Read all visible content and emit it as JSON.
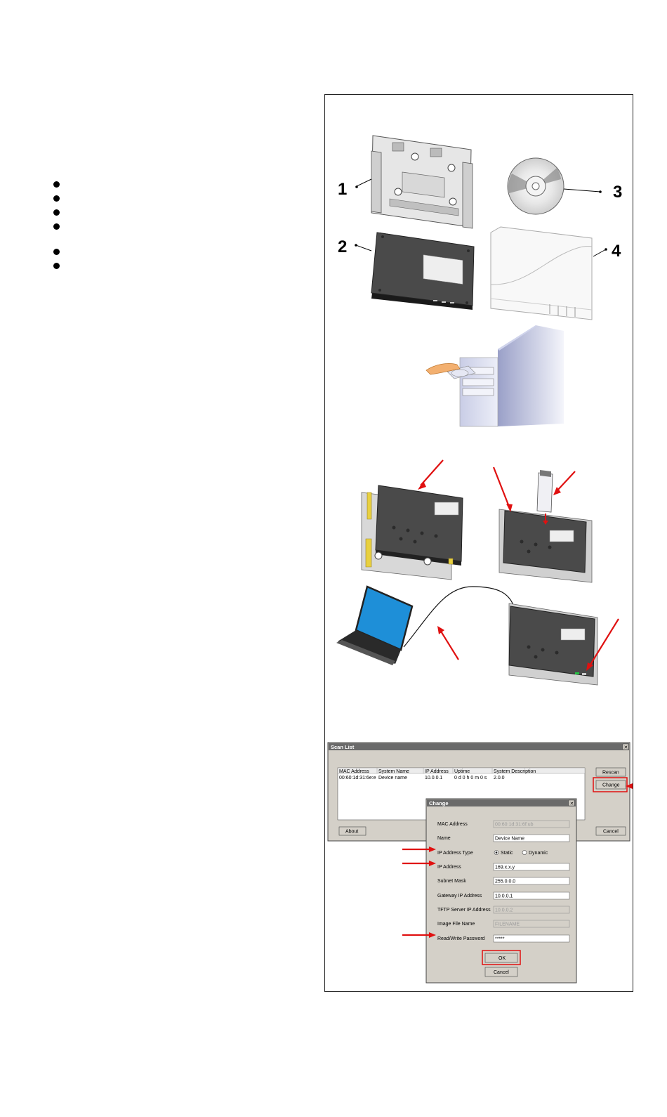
{
  "callouts": [
    "1",
    "2",
    "3",
    "4"
  ],
  "scan_list": {
    "title": "Scan List",
    "columns": [
      "MAC Address",
      "System Name",
      "IP Address",
      "Uptime",
      "System Description"
    ],
    "row": [
      "00:60:1d:31:6e:e",
      "Device name",
      "10.0.0.1",
      "0 d 0 h 0 m 0 s",
      "2.0.0"
    ],
    "rescan_label": "Rescan",
    "change_label": "Change",
    "about_label": "About",
    "cancel_label": "Cancel"
  },
  "change_dialog": {
    "title": "Change",
    "mac_label": "MAC Address",
    "mac_value": "00:60:1d:31:6f:ub",
    "name_label": "Name",
    "name_value": "Device Name",
    "ip_type_label": "IP Address Type",
    "static_label": "Static",
    "dynamic_label": "Dynamic",
    "ip_label": "IP Address",
    "ip_value": "169.x.x.y",
    "subnet_label": "Subnet Mask",
    "subnet_value": "255.0.0.0",
    "gateway_label": "Gateway IP Address",
    "gateway_value": "10.0.0.1",
    "tftp_label": "TFTP Server IP Address",
    "tftp_value": "10.0.0.2",
    "image_label": "Image File Name",
    "image_value": "FILENAME",
    "password_label": "Read/Write Password",
    "password_value": "*****",
    "ok_label": "OK",
    "cancel_label": "Cancel"
  },
  "colors": {
    "accent_red": "#e01010",
    "dialog_gray": "#d4d0c8",
    "title_bar": "#6a6a6a",
    "device_dark": "#4a4a4a",
    "laptop_screen": "#1e8fd8",
    "yellow_slide": "#e8d040"
  }
}
